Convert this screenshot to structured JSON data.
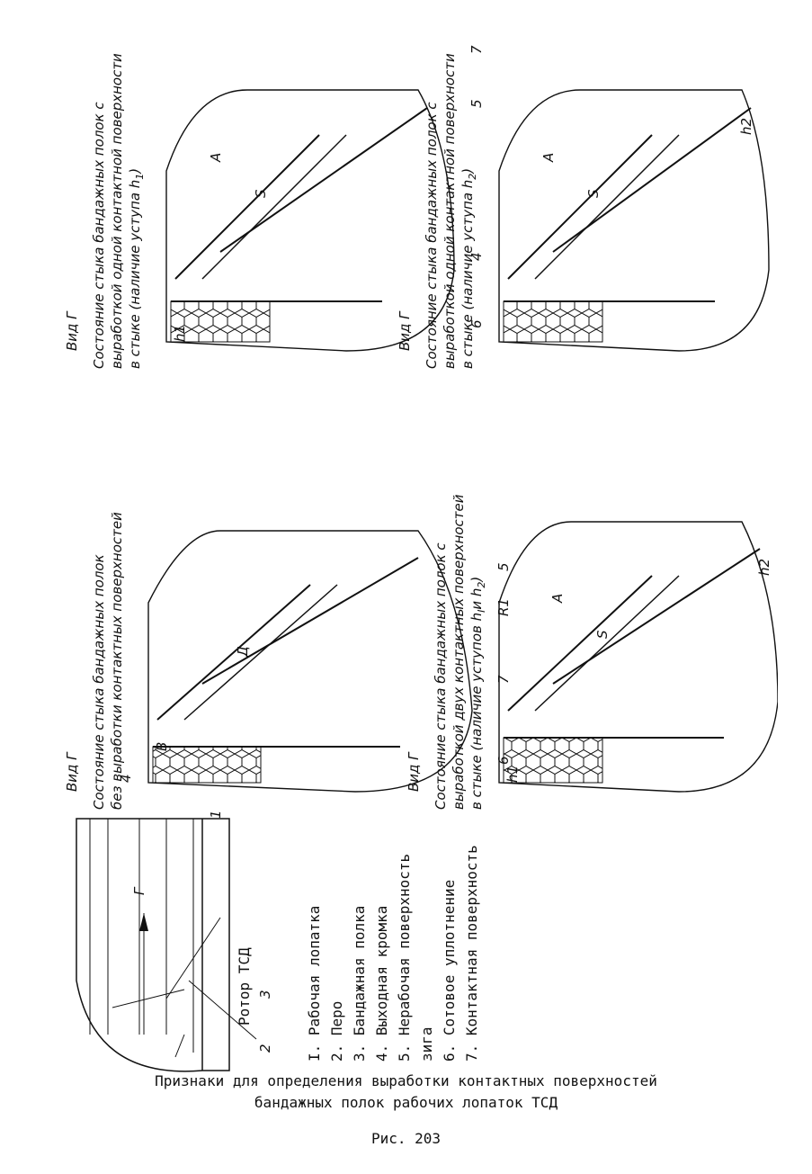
{
  "rotor_label": "Ротор ТСД",
  "view_label": "Вид Г",
  "legend": [
    "I. Рабочая лопатка",
    "2. Перо",
    "3. Бандажная полка",
    "4. Выходная кромка",
    "5. Нерабочая поверхность",
    "    зига",
    "6. Сотовое уплотнение",
    "7. Контактная поверхность"
  ],
  "panels": [
    {
      "caption": [
        "Состояние стыка бандажных полок",
        "без выработки контактных поверхностей"
      ],
      "labels": {
        "b": "В",
        "d": "Д",
        "r": "R1",
        "n6": "6",
        "n7": "7",
        "n5": "5",
        "n4": "4"
      }
    },
    {
      "caption": [
        "Состояние стыка бандажных полок с",
        "выработкой двух контактных поверхностей",
        "в стыке (наличие уступов h",
        "и h",
        ")"
      ],
      "labels": {
        "h1": "h1",
        "h2": "h2",
        "s": "S",
        "a": "А",
        "n6": "6",
        "n7": "7",
        "n5": "5",
        "n4": "4"
      }
    },
    {
      "caption": [
        "Состояние стыка бандажных полок с",
        "выработкой одной контактной поверхности",
        "в стыке (наличие уступа h",
        ")"
      ],
      "labels": {
        "h1": "h1",
        "s": "S",
        "a": "А",
        "n6": "6",
        "n7": "7",
        "n5": "5",
        "n4": "4"
      }
    },
    {
      "caption": [
        "Состояние стыка бандажных полок с",
        "выработкой одной контактной поверхности",
        "в стыке (наличие уступа h",
        ")"
      ],
      "labels": {
        "h2": "h2",
        "s": "S",
        "a": "А",
        "n6": "6",
        "n7": "7",
        "n5": "5",
        "n4": "4"
      }
    }
  ],
  "rotor_numbers": {
    "n1": "1",
    "n2": "2",
    "n3": "3",
    "g": "Г"
  },
  "footer": {
    "line1": "Признаки для определения выработки контактных поверхностей",
    "line2": "бандажных полок рабочих лопаток ТСД",
    "fig": "Рис. 203"
  }
}
